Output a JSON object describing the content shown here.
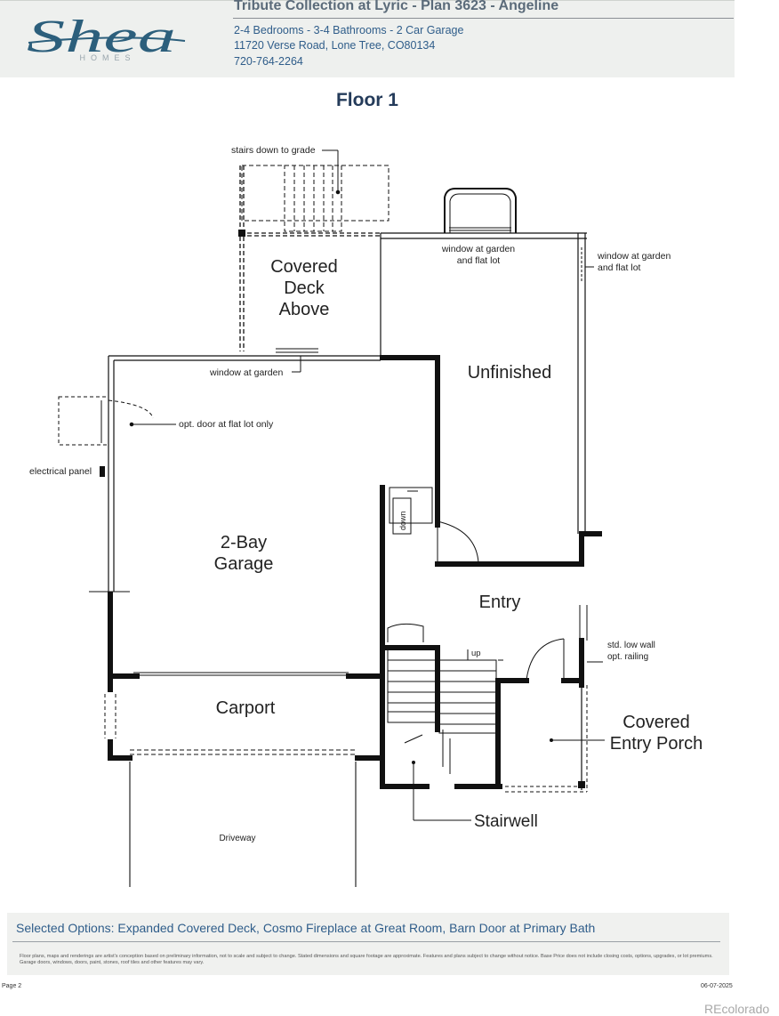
{
  "header": {
    "brand_name": "Shea",
    "brand_sub": "HOMES",
    "plan_title": "Tribute Collection at Lyric - Plan 3623 - Angeline",
    "specs": "2-4 Bedrooms - 3-4 Bathrooms - 2 Car Garage",
    "address": "11720 Verse Road, Lone Tree, CO80134",
    "phone": "720-764-2264",
    "brand_color": "#2c5f7c"
  },
  "floor_title": "Floor 1",
  "rooms": {
    "covered_deck": [
      "Covered",
      "Deck",
      "Above"
    ],
    "unfinished": "Unfinished",
    "garage": [
      "2-Bay",
      "Garage"
    ],
    "entry": "Entry",
    "carport": "Carport",
    "covered_entry_porch": [
      "Covered",
      "Entry Porch"
    ],
    "stairwell": "Stairwell",
    "driveway": "Driveway"
  },
  "annotations": {
    "stairs_down": "stairs down to grade",
    "window_garden_flat_top": [
      "window at garden",
      "and flat lot"
    ],
    "window_garden_flat_right": [
      "window at garden",
      "and flat lot"
    ],
    "window_garden": "window at garden",
    "opt_door": "opt. door at flat lot only",
    "electrical_panel": "electrical panel",
    "down": "down",
    "up": "up",
    "low_wall": [
      "std. low wall",
      "opt. railing"
    ]
  },
  "footer": {
    "selected_options": "Selected Options: Expanded Covered Deck, Cosmo Fireplace at Great Room, Barn Door at Primary Bath",
    "disclaimer": "Floor plans, maps and renderings are artist's conception based on preliminary information, not to scale and subject to change. Stated dimensions and square footage are approximate. Features and plans subject to change without notice. Base Price does not include closing costs, options, upgrades, or lot premiums. Garage doors, windows, doors, paint, stones, roof tiles and other features may vary.",
    "page": "Page 2",
    "date": "06-07-2025"
  },
  "watermark": "REcolorado"
}
